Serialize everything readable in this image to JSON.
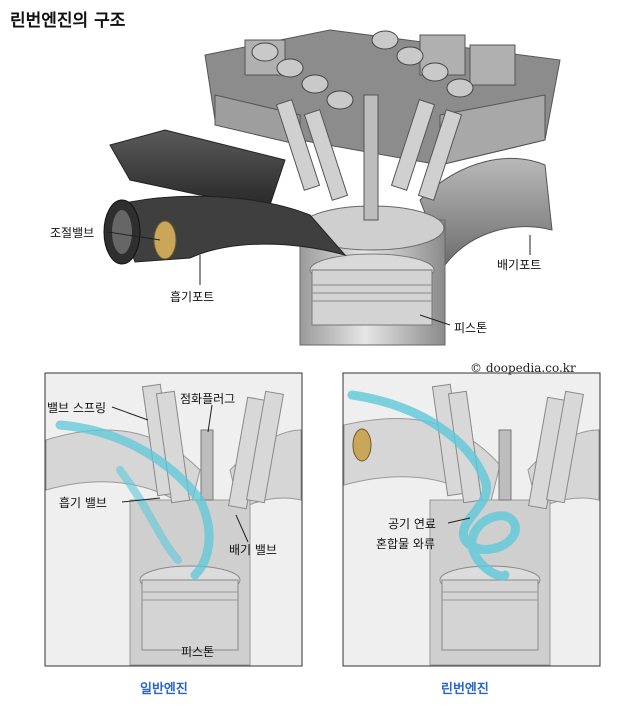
{
  "title": "린번엔진의 구조",
  "top_labels": {
    "throttle_valve": "조절밸브",
    "intake_port": "흡기포트",
    "exhaust_port": "배기포트",
    "piston": "피스톤"
  },
  "copyright": "© doopedia.co.kr",
  "left_panel": {
    "valve_spring": "밸브 스프링",
    "spark_plug": "점화플러그",
    "intake_valve": "흡기 밸브",
    "exhaust_valve": "배기 밸브",
    "piston": "피스톤",
    "caption": "일반엔진"
  },
  "right_panel": {
    "swirl_line1": "공기 연료",
    "swirl_line2": "혼합물 와류",
    "caption": "린번엔진"
  },
  "colors": {
    "flow": "#5cc8d8",
    "caption": "#2a66c8"
  }
}
